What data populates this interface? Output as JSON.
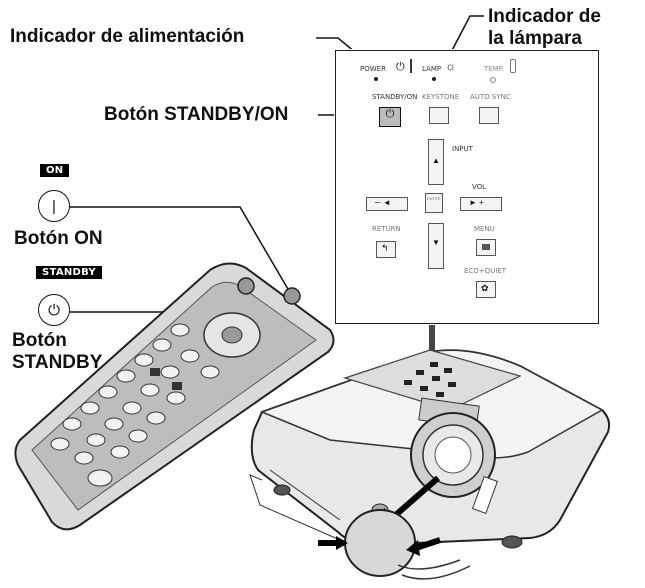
{
  "callouts": {
    "power_indicator": "Indicador de alimentación",
    "lamp_indicator_line1": "Indicador de",
    "lamp_indicator_line2": "la lámpara",
    "standby_on_button": "Botón STANDBY/ON",
    "on_button": "Botón ON",
    "standby_button_line1": "Botón",
    "standby_button_line2": "STANDBY"
  },
  "tags": {
    "on": "ON",
    "standby": "STANDBY"
  },
  "panel": {
    "power": "POWER",
    "lamp": "LAMP",
    "temp": "TEMP.",
    "standby_on": "STANDBY/ON",
    "keystone": "KEYSTONE",
    "auto_sync": "AUTO SYNC",
    "input": "INPUT",
    "enter": "ENTER",
    "vol": "VOL",
    "return": "RETURN",
    "menu": "MENU",
    "eco_quiet": "ECO+QUIET"
  }
}
